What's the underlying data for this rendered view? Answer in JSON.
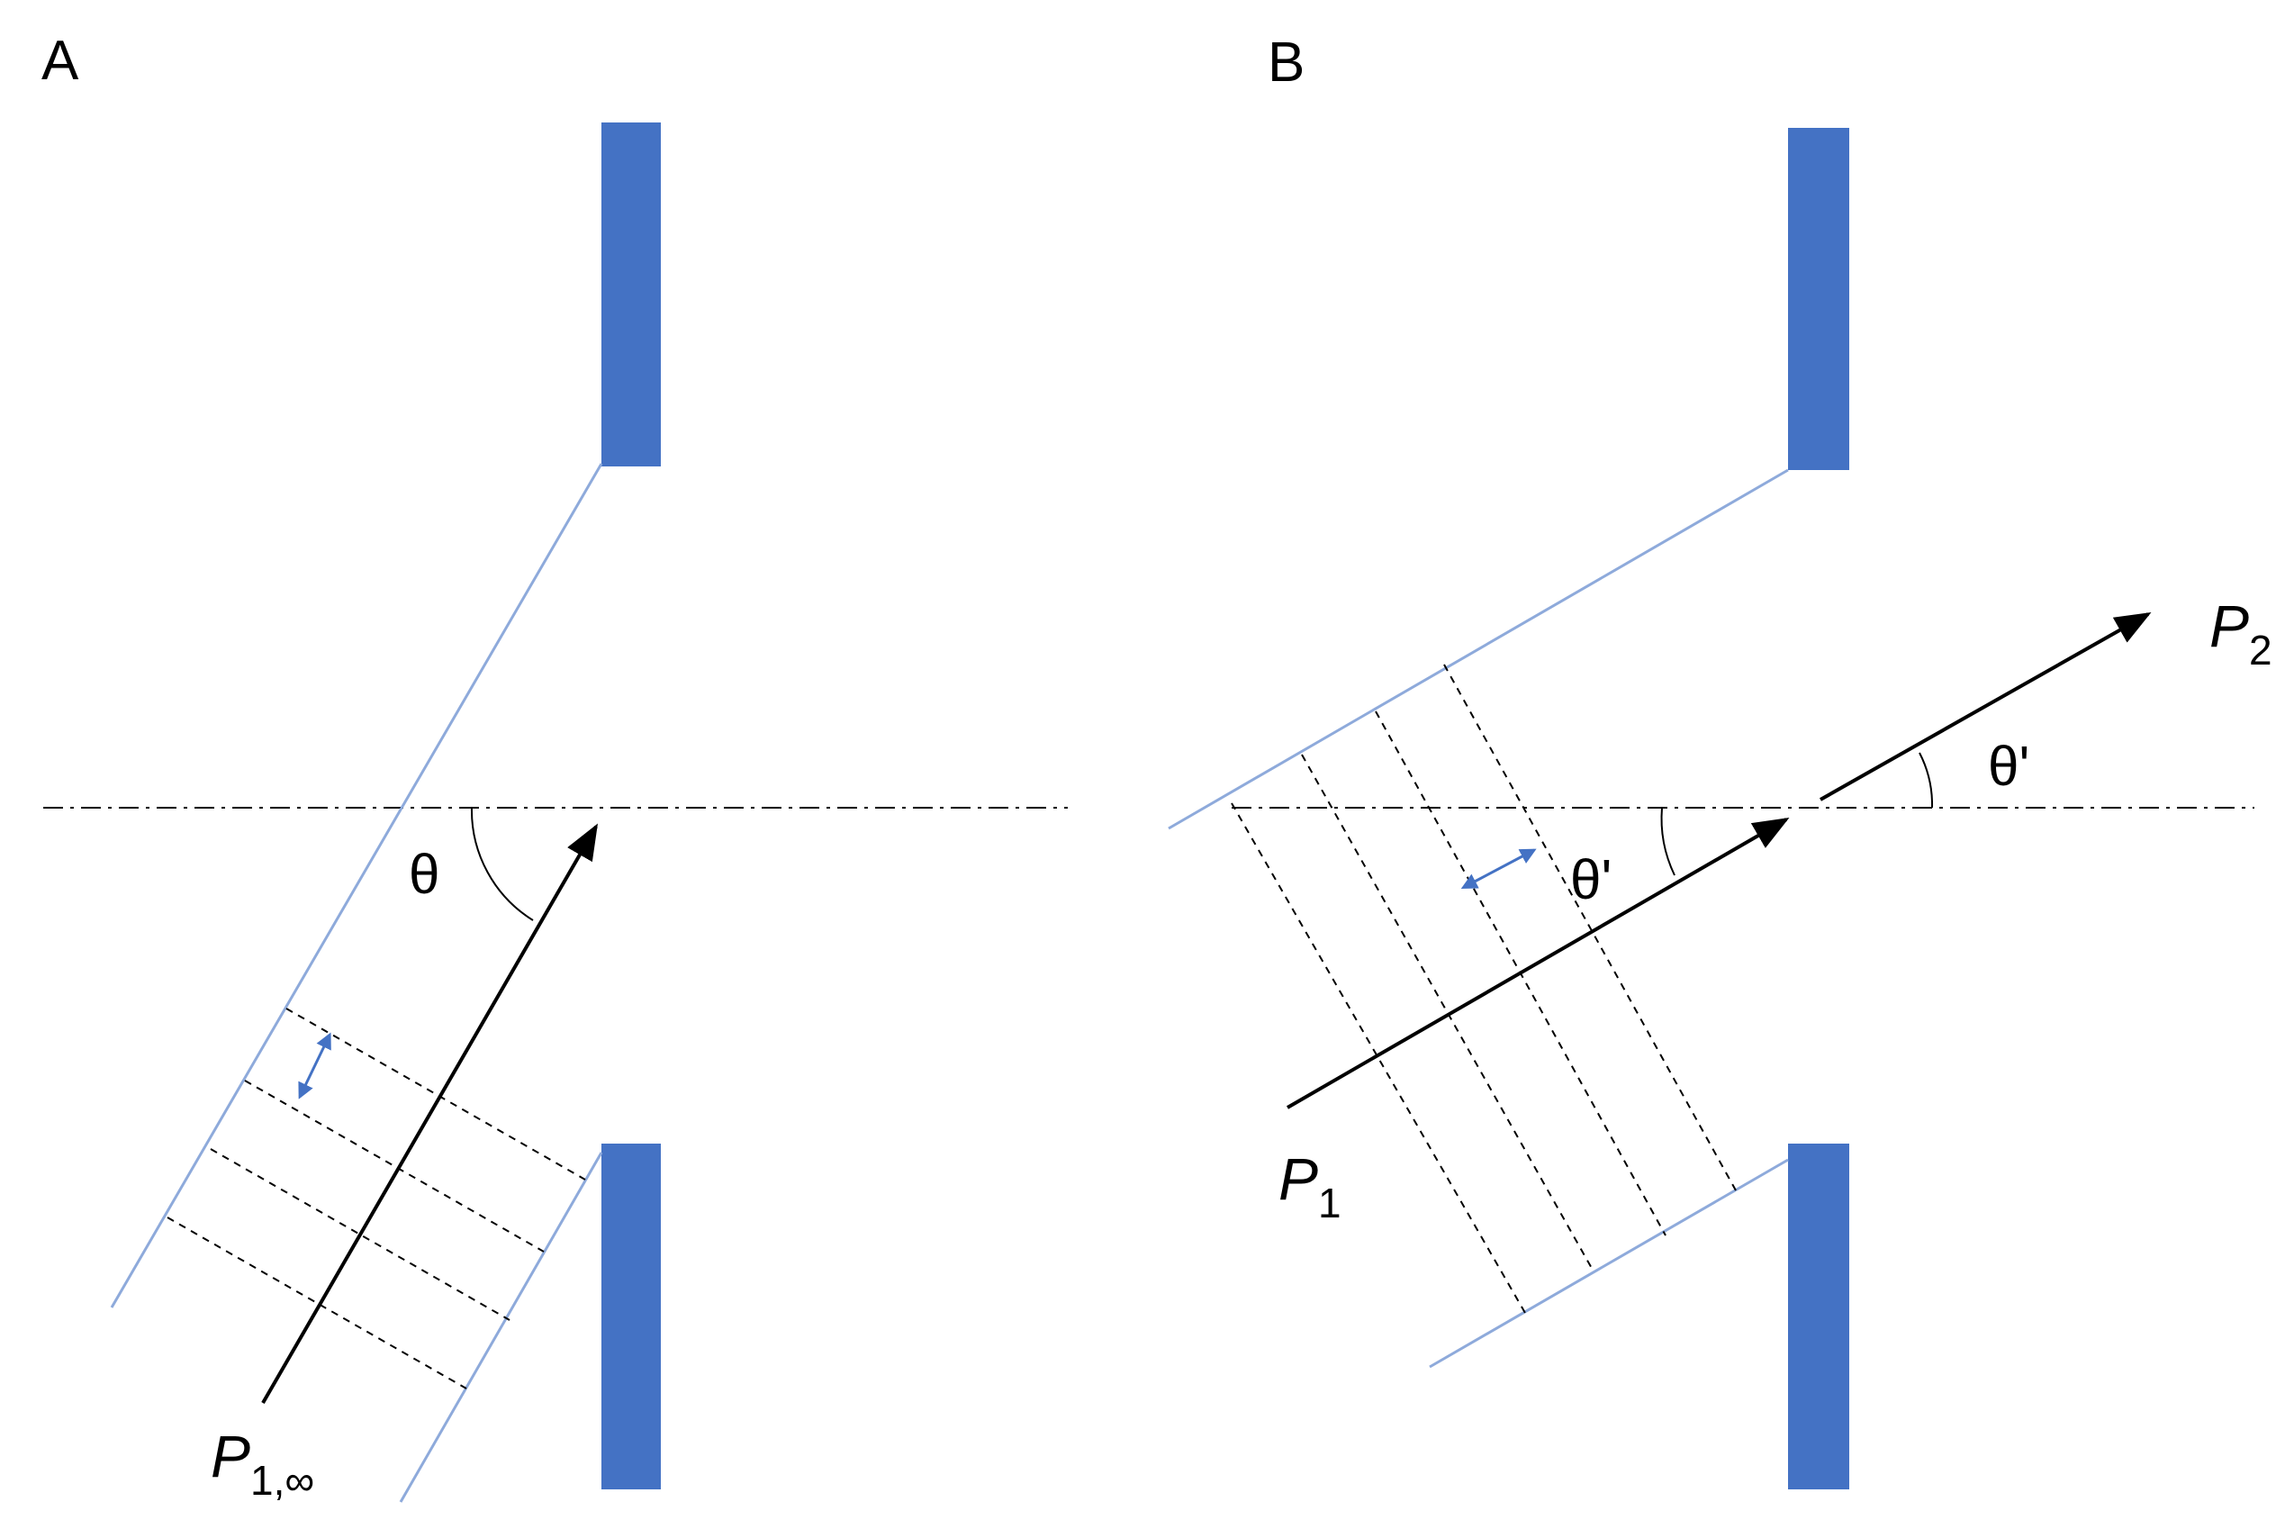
{
  "colors": {
    "slit": "#4472c4",
    "boundary": "#8eaadb",
    "arrow": "#000000",
    "axis": "#000000",
    "wavefront": "#000000",
    "spacing_marker": "#4472c4"
  },
  "panel_a": {
    "label": "A",
    "angle_label": "θ",
    "momentum_symbol": "P",
    "momentum_subscript": "1,∞"
  },
  "panel_b": {
    "label": "B",
    "angle_label_inner": "θ'",
    "angle_label_outer": "θ'",
    "momentum_in_symbol": "P",
    "momentum_in_subscript": "1",
    "momentum_out_symbol": "P",
    "momentum_out_subscript": "2"
  }
}
